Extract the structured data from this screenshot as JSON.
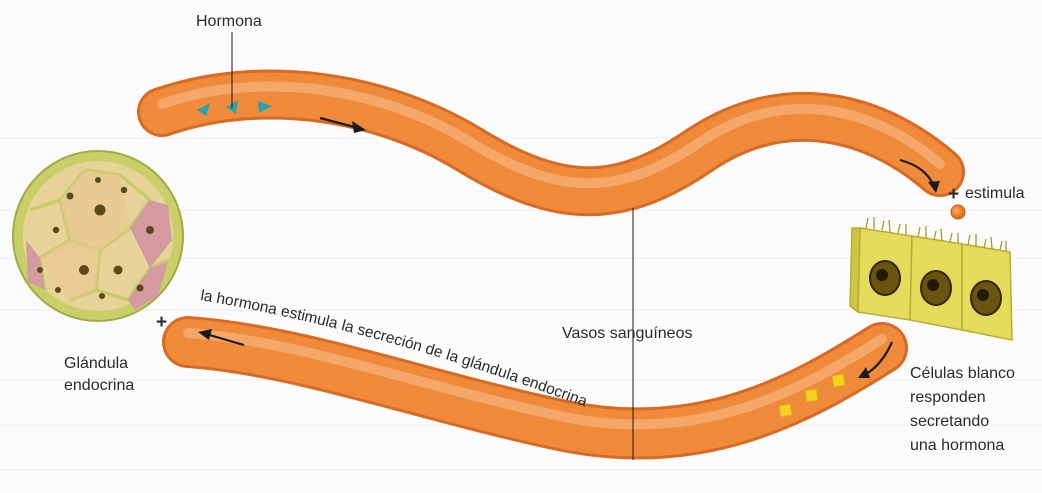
{
  "labels": {
    "hormona": "Hormona",
    "estimula": "estimula",
    "plus_top": "+",
    "plus_left": "+",
    "glandula_line1": "Glándula",
    "glandula_line2": "endocrina",
    "vasos": "Vasos sanguíneos",
    "curved_caption": "la hormona estimula la secreción de la glándula endocrina",
    "celulas_line1": "Células blanco",
    "celulas_line2": "responden",
    "celulas_line3": "secretando",
    "celulas_line4": "una hormona"
  },
  "colors": {
    "vessel": "#ef8a3a",
    "vessel_light": "#f6b27a",
    "hormone_triangles": "#2aa3a8",
    "hormone_squares": "#f3d21c",
    "stimulus_dot": "#f07a1e",
    "gland_outer": "#c9cf6a",
    "target_cells": "#e4db5c"
  },
  "icons": {
    "flow_arrows": "arrow-icon",
    "hormone_marks": "triangle-icon",
    "secreted_hormone_marks": "square-icon"
  }
}
